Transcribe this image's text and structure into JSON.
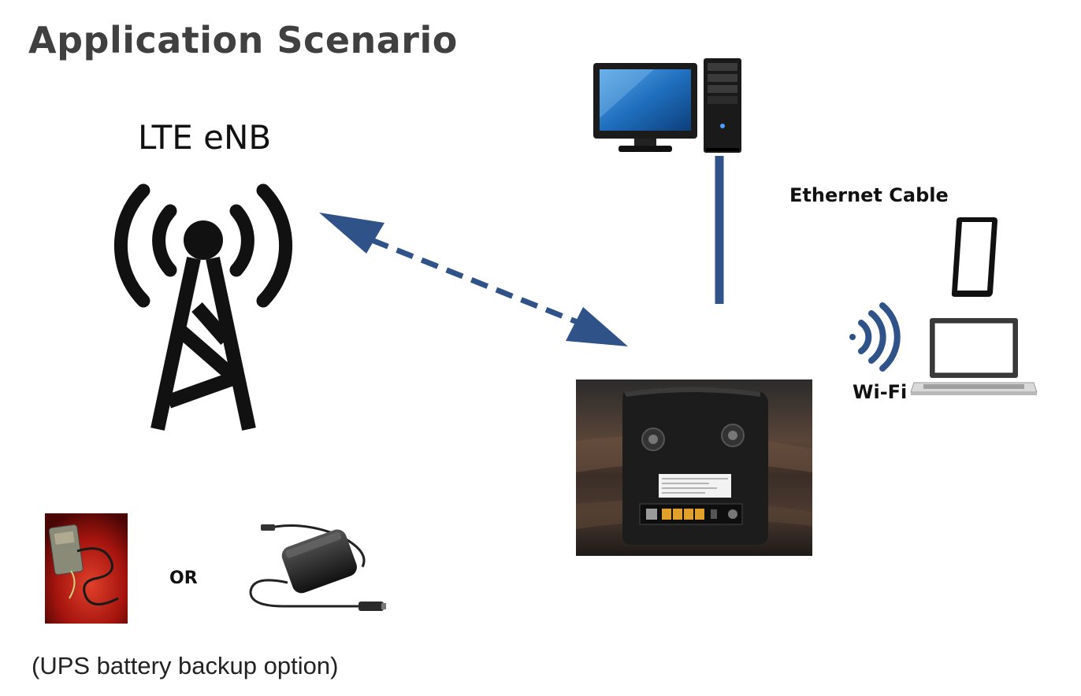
{
  "title": "Application Scenario",
  "labels": {
    "enb": "LTE eNB",
    "ethernet": "Ethernet Cable",
    "wifi": "Wi-Fi",
    "or": "OR",
    "ups": "(UPS battery backup option)"
  },
  "colors": {
    "title": "#404040",
    "link": "#2f5288",
    "icon": "#111111"
  },
  "icons": {
    "tower": "cell-tower-icon",
    "desktop": "desktop-computer-icon",
    "phone": "smartphone-icon",
    "laptop": "laptop-icon",
    "wifi": "wifi-signal-icon",
    "router": "lte-router-photo",
    "adapter": "power-adapter-photo",
    "battery": "ups-battery-photo"
  }
}
